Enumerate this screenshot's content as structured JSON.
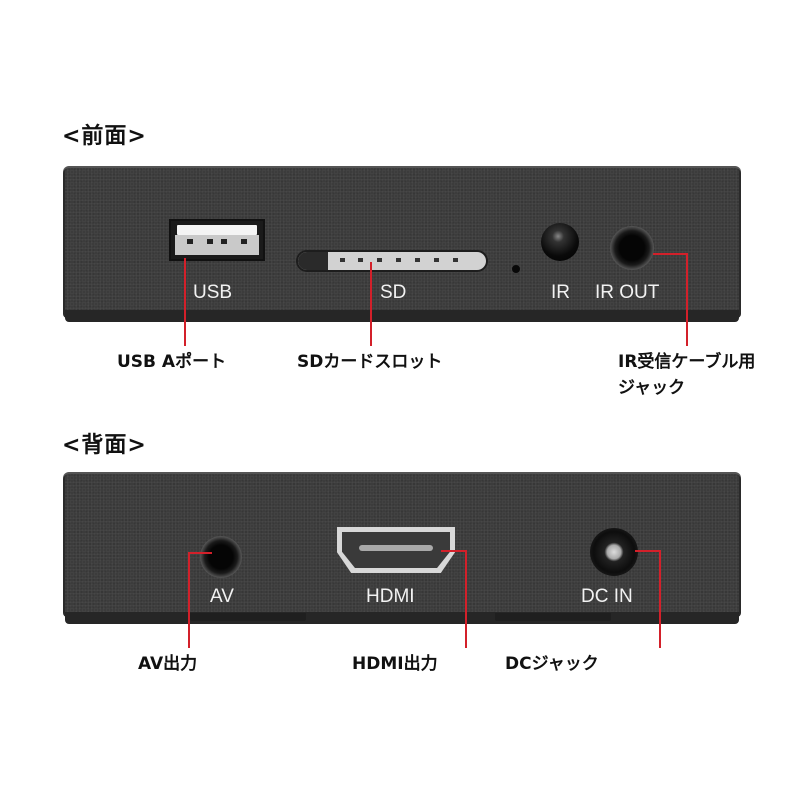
{
  "front": {
    "title": "<前面>",
    "panel_labels": {
      "usb": "USB",
      "sd": "SD",
      "ir": "IR",
      "ir_out": "IR OUT"
    },
    "callouts": {
      "usb": "USB Aポート",
      "sd": "SDカードスロット",
      "ir_out_line1": "IR受信ケーブル用",
      "ir_out_line2": "ジャック"
    }
  },
  "back": {
    "title": "<背面>",
    "panel_labels": {
      "av": "AV",
      "hdmi": "HDMI",
      "dc_in": "DC IN"
    },
    "callouts": {
      "av": "AV出力",
      "hdmi": "HDMI出力",
      "dc": "DCジャック"
    }
  },
  "colors": {
    "callout_line": "#d3202a",
    "panel": "#3c3c3c",
    "panel_label": "#f2f2f2"
  }
}
